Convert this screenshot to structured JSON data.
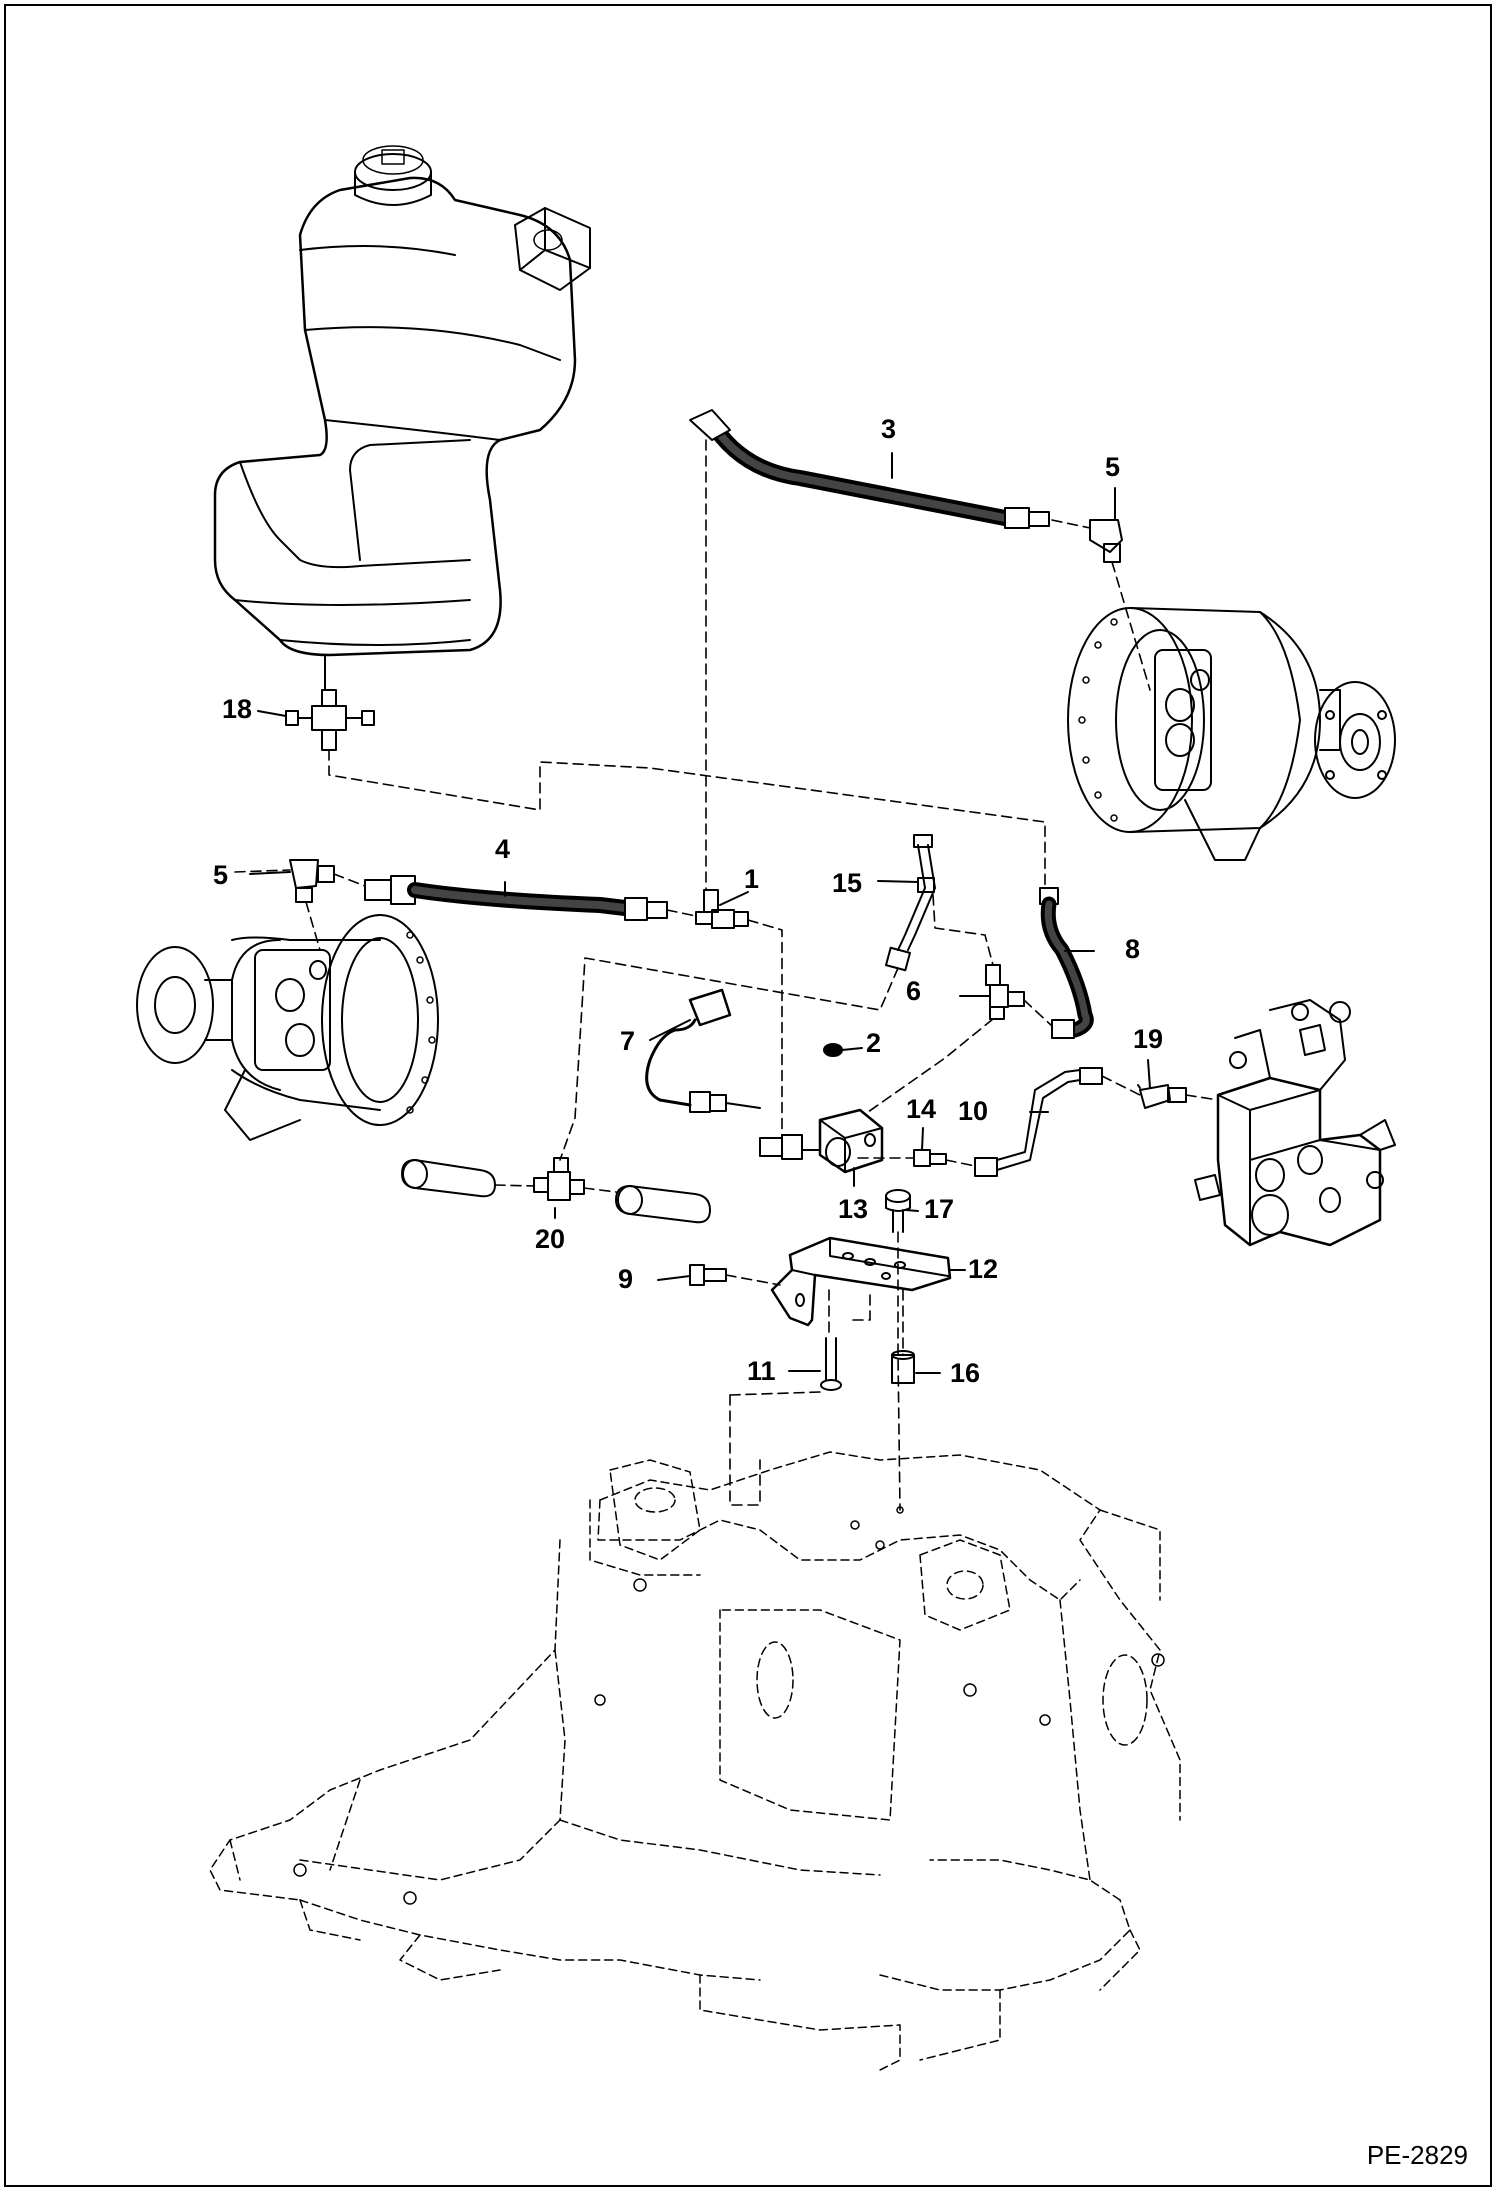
{
  "drawing_code": "PE-2829",
  "callouts": [
    "1",
    "2",
    "3",
    "4",
    "5",
    "5",
    "6",
    "7",
    "8",
    "9",
    "10",
    "11",
    "12",
    "13",
    "14",
    "15",
    "16",
    "17",
    "18",
    "19",
    "20"
  ],
  "components": {
    "reservoir": "reservoir",
    "motor_right": "motor",
    "motor_left": "motor",
    "pump": "pump",
    "frame": "frame"
  }
}
